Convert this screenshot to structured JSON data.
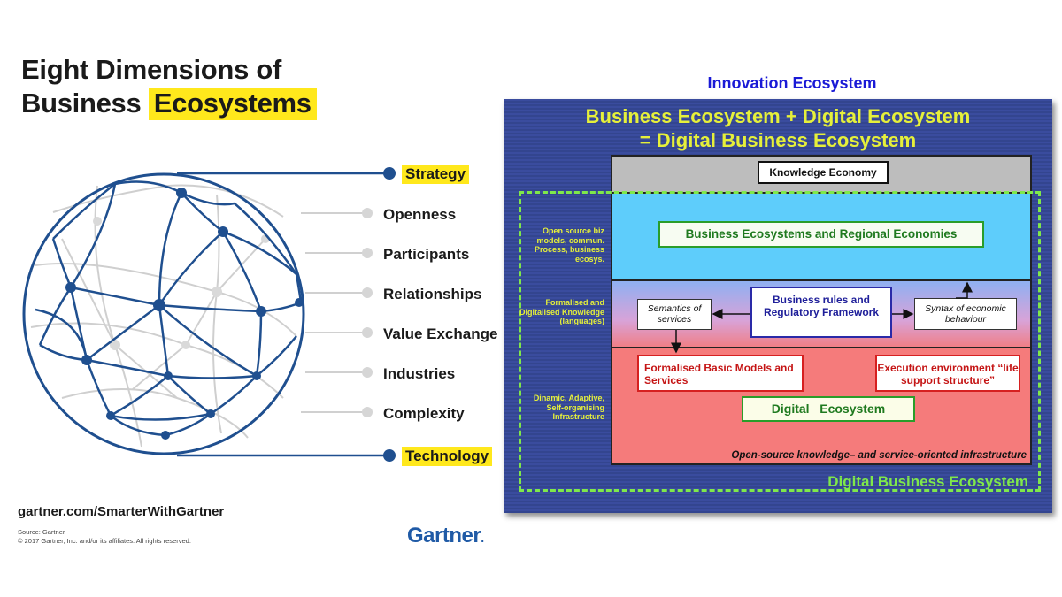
{
  "left_panel": {
    "title_line1": "Eight Dimensions of",
    "title_line2_plain": "Business",
    "title_line2_highlight": "Ecosystems",
    "dimensions": [
      {
        "label": "Strategy",
        "highlighted": true
      },
      {
        "label": "Openness",
        "highlighted": false
      },
      {
        "label": "Participants",
        "highlighted": false
      },
      {
        "label": "Relationships",
        "highlighted": false
      },
      {
        "label": "Value Exchange",
        "highlighted": false
      },
      {
        "label": "Industries",
        "highlighted": false
      },
      {
        "label": "Complexity",
        "highlighted": false
      },
      {
        "label": "Technology",
        "highlighted": true
      }
    ],
    "source_url": "gartner.com/SmarterWithGartner",
    "source_line": "Source: Gartner",
    "copyright": "© 2017 Gartner, Inc. and/or its affiliates. All rights reserved.",
    "logo_text": "Gartner",
    "logo_dot": "."
  },
  "right_panel": {
    "title": "Innovation Ecosystem",
    "heading_line1": "Business Ecosystem + Digital Ecosystem",
    "heading_line2": "= Digital Business Ecosystem",
    "knowledge_economy": "Knowledge Economy",
    "business_ecosystems_box": "Business Ecosystems and Regional Economies",
    "semantics_box": "Semantics of services",
    "business_rules_box": "Business rules and Regulatory Framework",
    "syntax_box": "Syntax of economic behaviour",
    "formalised_box": "Formalised Basic Models and Services",
    "execution_box": "Execution environment “life support structure”",
    "digital_ecosystem_box": "Digital   Ecosystem",
    "infra_text": "Open-source knowledge– and service-oriented infrastructure",
    "digital_business_ecosystem_label": "Digital Business Ecosystem",
    "side_notes": [
      "Open source biz models, commun. Process, business ecosys.",
      "Formalised and Digitalised Knowledge (languages)",
      "Dinamic, Adaptive, Self-organising Infrastructure"
    ]
  },
  "colors": {
    "highlight_yellow": "#ffe81c",
    "globe_blue": "#1f4f8f",
    "panel_blue": "#3a4c9e",
    "heading_yellow": "#e6f03a",
    "dashed_green": "#7fe84a",
    "sky_band": "#5ecdfb",
    "salmon_band": "#f57b7b",
    "gartner_blue": "#1f5aa6"
  }
}
